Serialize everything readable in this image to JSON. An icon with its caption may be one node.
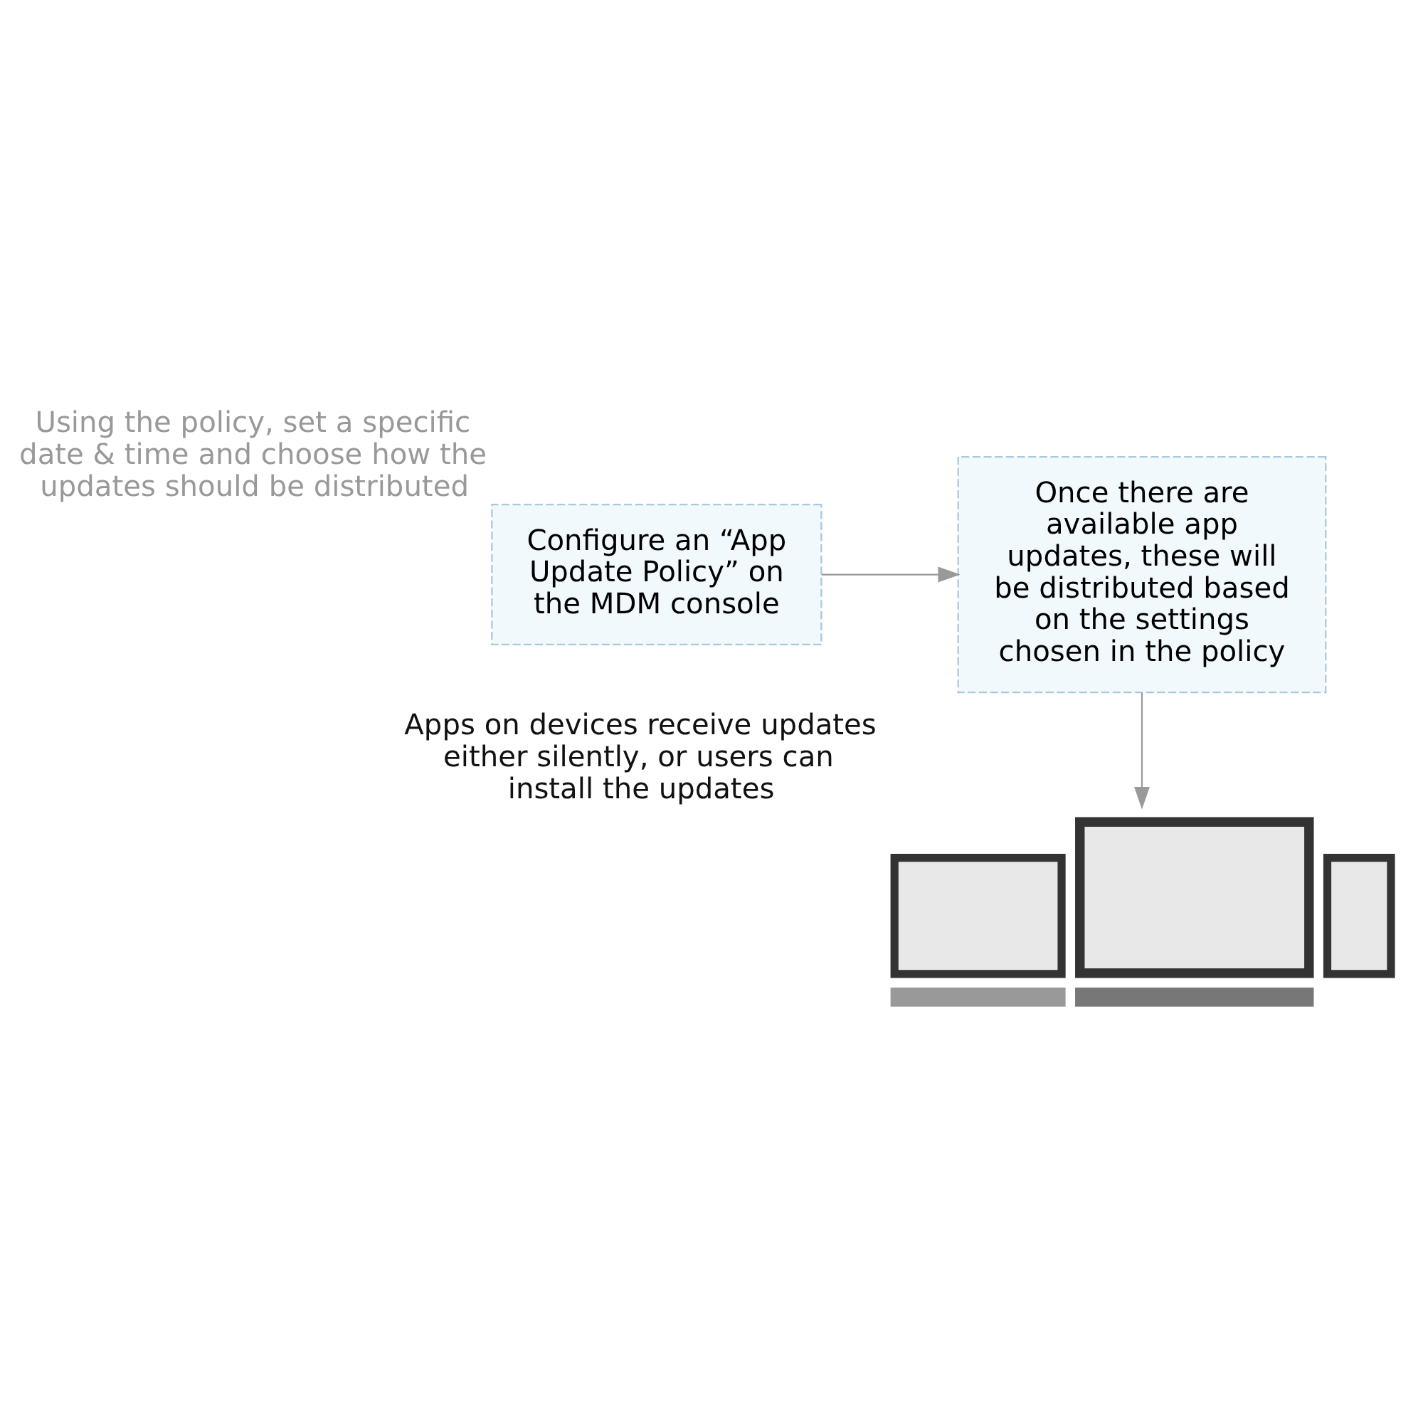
{
  "diagram": {
    "nodes": [
      {
        "text": [
          "Configure an “App Update Policy” on the MDM console"
        ],
        "beside": [
          "Using the policy, set a specific date & time and choose how the updates should be distributed"
        ]
      },
      {
        "text": [
          "Once there are available app updates, these will be distributed based on the settings chosen in the policy"
        ]
      },
      {
        "text": [],
        "shape": "picture",
        "beside": [
          "Apps on devices receive updates either silently, or users can install the updates"
        ]
      }
    ],
    "edges": [
      {
        "from": 0,
        "to": 1,
        "arrow": "to"
      },
      {
        "from": 1,
        "to": 2,
        "arrow": "to"
      }
    ]
  }
}
